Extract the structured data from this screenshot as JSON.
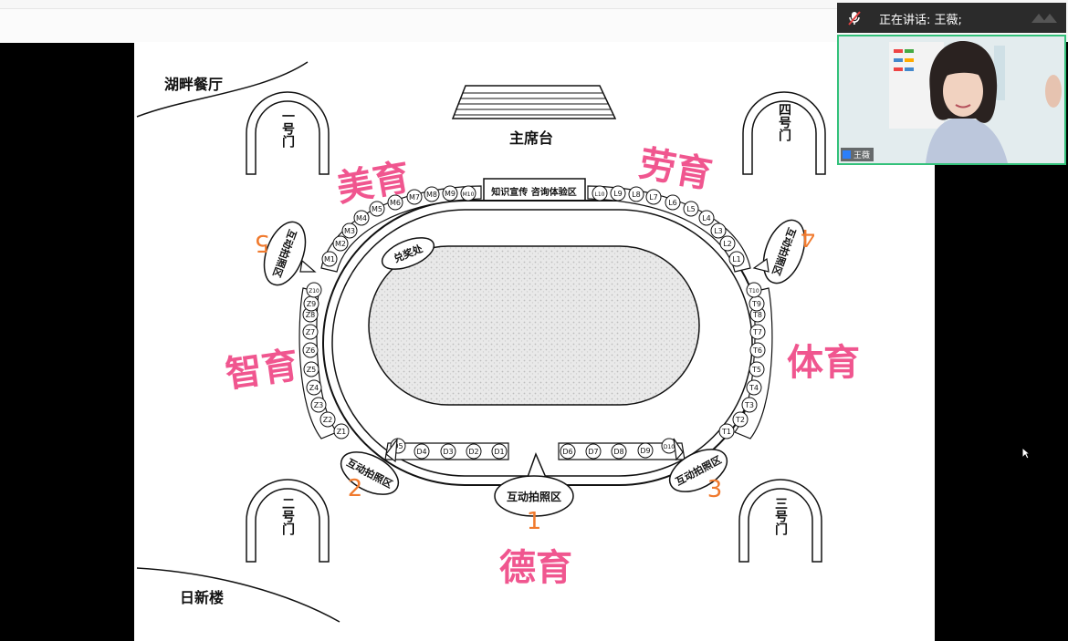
{
  "speaker_bar": {
    "label": "正在讲话: 王薇;",
    "icons": [
      "muted-mic-icon",
      "grip-icon"
    ]
  },
  "video": {
    "participant_name": "王薇"
  },
  "map": {
    "places": {
      "restaurant": "湖畔餐厅",
      "building": "日新楼",
      "stage": "主席台",
      "info_booth": "知识宣传 咨询体验区",
      "prize_area": "兑奖处"
    },
    "gates": {
      "gate1": "一号门",
      "gate2": "二号门",
      "gate3": "三号门",
      "gate4": "四号门"
    },
    "zones": {
      "mei": "美育",
      "lao": "劳育",
      "zhi": "智育",
      "ti": "体育",
      "de": "德育"
    },
    "photo_areas": [
      {
        "label": "互动拍照区",
        "number": "1"
      },
      {
        "label": "互动拍照区",
        "number": "2"
      },
      {
        "label": "互动拍照区",
        "number": "3"
      },
      {
        "label": "互动拍照区",
        "number": "4"
      },
      {
        "label": "互动拍照区",
        "number": "5"
      }
    ],
    "booths": {
      "M": [
        "M1",
        "M2",
        "M3",
        "M4",
        "M5",
        "M6",
        "M7",
        "M8",
        "M9",
        "M10"
      ],
      "L": [
        "L1",
        "L2",
        "L3",
        "L4",
        "L5",
        "L6",
        "L7",
        "L8",
        "L9",
        "L10"
      ],
      "Z": [
        "Z1",
        "Z2",
        "Z3",
        "Z4",
        "Z5",
        "Z6",
        "Z7",
        "Z8",
        "Z9",
        "Z10"
      ],
      "T": [
        "T1",
        "T2",
        "T3",
        "T4",
        "T5",
        "T6",
        "T7",
        "T8",
        "T9",
        "T10"
      ],
      "D": [
        "D1",
        "D2",
        "D3",
        "D4",
        "D5",
        "D6",
        "D7",
        "D8",
        "D9",
        "D10"
      ]
    }
  },
  "colors": {
    "accent_pink": "#f0568f",
    "accent_orange": "#f07a2e",
    "active_speaker_border": "#33c17a"
  }
}
